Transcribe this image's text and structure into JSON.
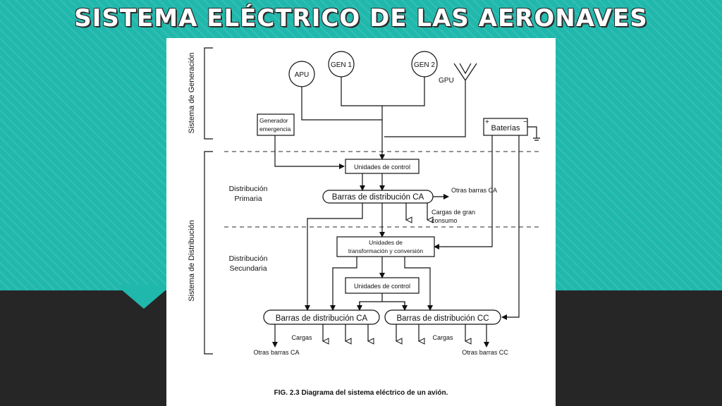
{
  "slide": {
    "title": "SISTEMA ELÉCTRICO DE LAS AERONAVES"
  },
  "diagram": {
    "section_generation": "Sistema de Generación",
    "section_distribution": "Sistema de Distribución",
    "apu": "APU",
    "gen1": "GEN 1",
    "gen2": "GEN 2",
    "gpu": "GPU",
    "emergency_gen_line1": "Generador",
    "emergency_gen_line2": "emergencia",
    "batteries": "Baterías",
    "battery_plus": "+",
    "battery_minus": "−",
    "control_units_top": "Unidades de control",
    "primary_line1": "Distribución",
    "primary_line2": "Primaria",
    "ac_bus_primary": "Barras de distribución CA",
    "other_ac_top": "Otras barras CA",
    "high_loads_line1": "Cargas de gran",
    "high_loads_line2": "consumo",
    "secondary_line1": "Distribución",
    "secondary_line2": "Secundaria",
    "transform_line1": "Unidades de",
    "transform_line2": "transformación y conversión",
    "control_units_bottom": "Unidades de control",
    "ac_bus_secondary": "Barras de distribución CA",
    "dc_bus_secondary": "Barras de distribución CC",
    "loads_left": "Cargas",
    "loads_right": "Cargas",
    "other_ac_bottom": "Otras barras CA",
    "other_dc_bottom": "Otras barras CC",
    "caption": "FIG. 2.3 Diagrama del sistema eléctrico de un avión."
  }
}
